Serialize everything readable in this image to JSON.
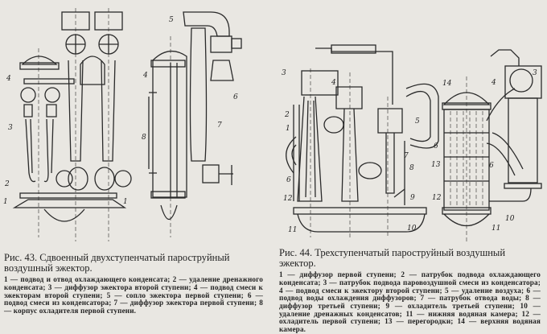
{
  "figure43": {
    "title": "Рис. 43. Сдвоенный двухступенчатый пароструйный воздушный эжектор.",
    "legend": "1 — подвод и отвод охлаждающего конденсата; 2 — удаление дренажного конденсата; 3 — диффузор эжектора второй ступени; 4 — подвод смеси к эжекторам второй ступени; 5 — сопло эжектора первой ступени; 6 — подвод смеси из конденсатора; 7 — диффузор эжектора первой ступени; 8 — корпус охладителя первой ступени.",
    "callouts": [
      "4",
      "3",
      "2",
      "1",
      "1",
      "5",
      "4",
      "6",
      "7",
      "8"
    ]
  },
  "figure44": {
    "title": "Рис. 44. Трехступенчатый пароструйный воздушный эжектор.",
    "legend": "1 — диффузор первой ступени; 2 — патрубок подвода охлаждающего конденсата; 3 — патрубок подвода паровоздушной смеси из конденсатора; 4 — подвод смеси к эжектору второй ступени; 5 — удаление воздуха; 6 — подвод воды охлаждения диффузоров; 7 — патрубок отвода воды; 8 — диффузор третьей ступени; 9 — охладитель третьей ступени; 10 — удаление дренажных конденсатов; 11 — нижняя водяная камера; 12 — охладитель первой ступени; 13 — перегородки; 14 — верхняя водяная камера.",
    "callouts": [
      "3",
      "2",
      "1",
      "6",
      "12",
      "11",
      "4",
      "5",
      "6",
      "7",
      "8",
      "9",
      "10",
      "14",
      "3",
      "4",
      "13",
      "6",
      "12",
      "10",
      "11"
    ]
  }
}
